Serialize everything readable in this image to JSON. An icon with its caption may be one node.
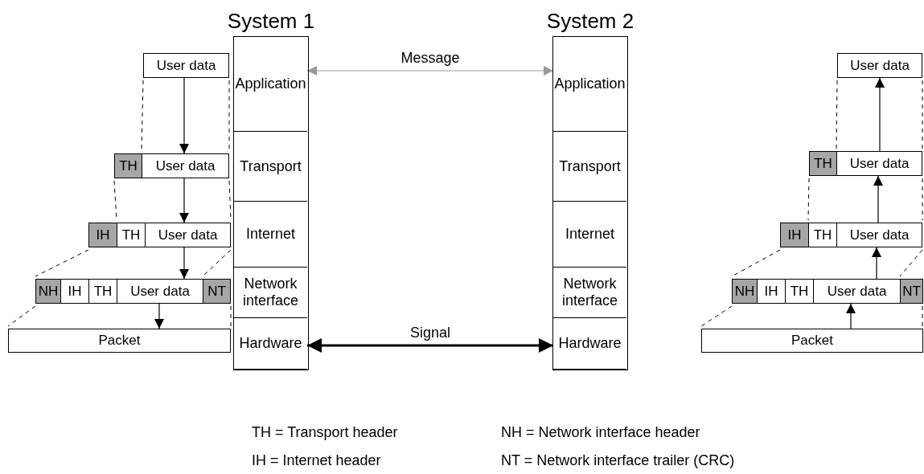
{
  "diagram": {
    "nodes": [
      {
        "text": [
          "System 1"
        ]
      },
      {
        "text": [
          "Application"
        ],
        "in": 0
      },
      {
        "text": [
          "Transport"
        ],
        "in": 0
      },
      {
        "text": [
          "Internet"
        ],
        "in": 0
      },
      {
        "text": [
          "Network interface"
        ],
        "in": 0
      },
      {
        "text": [
          "Hardware"
        ],
        "in": 0
      },
      {
        "text": [
          "System 2"
        ]
      },
      {
        "text": [
          "Application"
        ],
        "in": 6
      },
      {
        "text": [
          "Transport"
        ],
        "in": 6
      },
      {
        "text": [
          "Internet"
        ],
        "in": 6
      },
      {
        "text": [
          "Network interface"
        ],
        "in": 6
      },
      {
        "text": [
          "Hardware"
        ],
        "in": 6
      },
      {
        "text": [
          "User data"
        ]
      },
      {
        "text": [
          "TH"
        ]
      },
      {
        "text": [
          "User data"
        ]
      },
      {
        "text": [
          "IH"
        ]
      },
      {
        "text": [
          "TH"
        ]
      },
      {
        "text": [
          "User data"
        ]
      },
      {
        "text": [
          "NH"
        ]
      },
      {
        "text": [
          "IH"
        ]
      },
      {
        "text": [
          "TH"
        ]
      },
      {
        "text": [
          "User data"
        ]
      },
      {
        "text": [
          "NT"
        ]
      },
      {
        "text": [
          "Packet"
        ]
      },
      {
        "text": [
          "User data"
        ]
      },
      {
        "text": [
          "TH"
        ]
      },
      {
        "text": [
          "User data"
        ]
      },
      {
        "text": [
          "IH"
        ]
      },
      {
        "text": [
          "TH"
        ]
      },
      {
        "text": [
          "User data"
        ]
      },
      {
        "text": [
          "NH"
        ]
      },
      {
        "text": [
          "IH"
        ]
      },
      {
        "text": [
          "TH"
        ]
      },
      {
        "text": [
          "User data"
        ]
      },
      {
        "text": [
          "NT"
        ]
      },
      {
        "text": [
          "Packet"
        ]
      }
    ],
    "edges": [
      {
        "from": 1,
        "to": 7,
        "arrow": "both",
        "label": "Message",
        "color": "#999999"
      },
      {
        "from": 5,
        "to": 11,
        "arrow": "both",
        "label": "Signal",
        "style": "thick"
      },
      {
        "from": 12,
        "to": 14,
        "arrow": "to"
      },
      {
        "from": 14,
        "to": 17,
        "arrow": "to"
      },
      {
        "from": 17,
        "to": 21,
        "arrow": "to"
      },
      {
        "from": 21,
        "to": 23,
        "arrow": "to"
      },
      {
        "from": 35,
        "to": 33,
        "arrow": "to"
      },
      {
        "from": 33,
        "to": 29,
        "arrow": "to"
      },
      {
        "from": 29,
        "to": 26,
        "arrow": "to"
      },
      {
        "from": 26,
        "to": 24,
        "arrow": "to"
      }
    ],
    "labels": [
      "TH = Transport header",
      "NH = Network interface header",
      "IH = Internet header",
      "NT = Network interface trailer (CRC)"
    ]
  }
}
